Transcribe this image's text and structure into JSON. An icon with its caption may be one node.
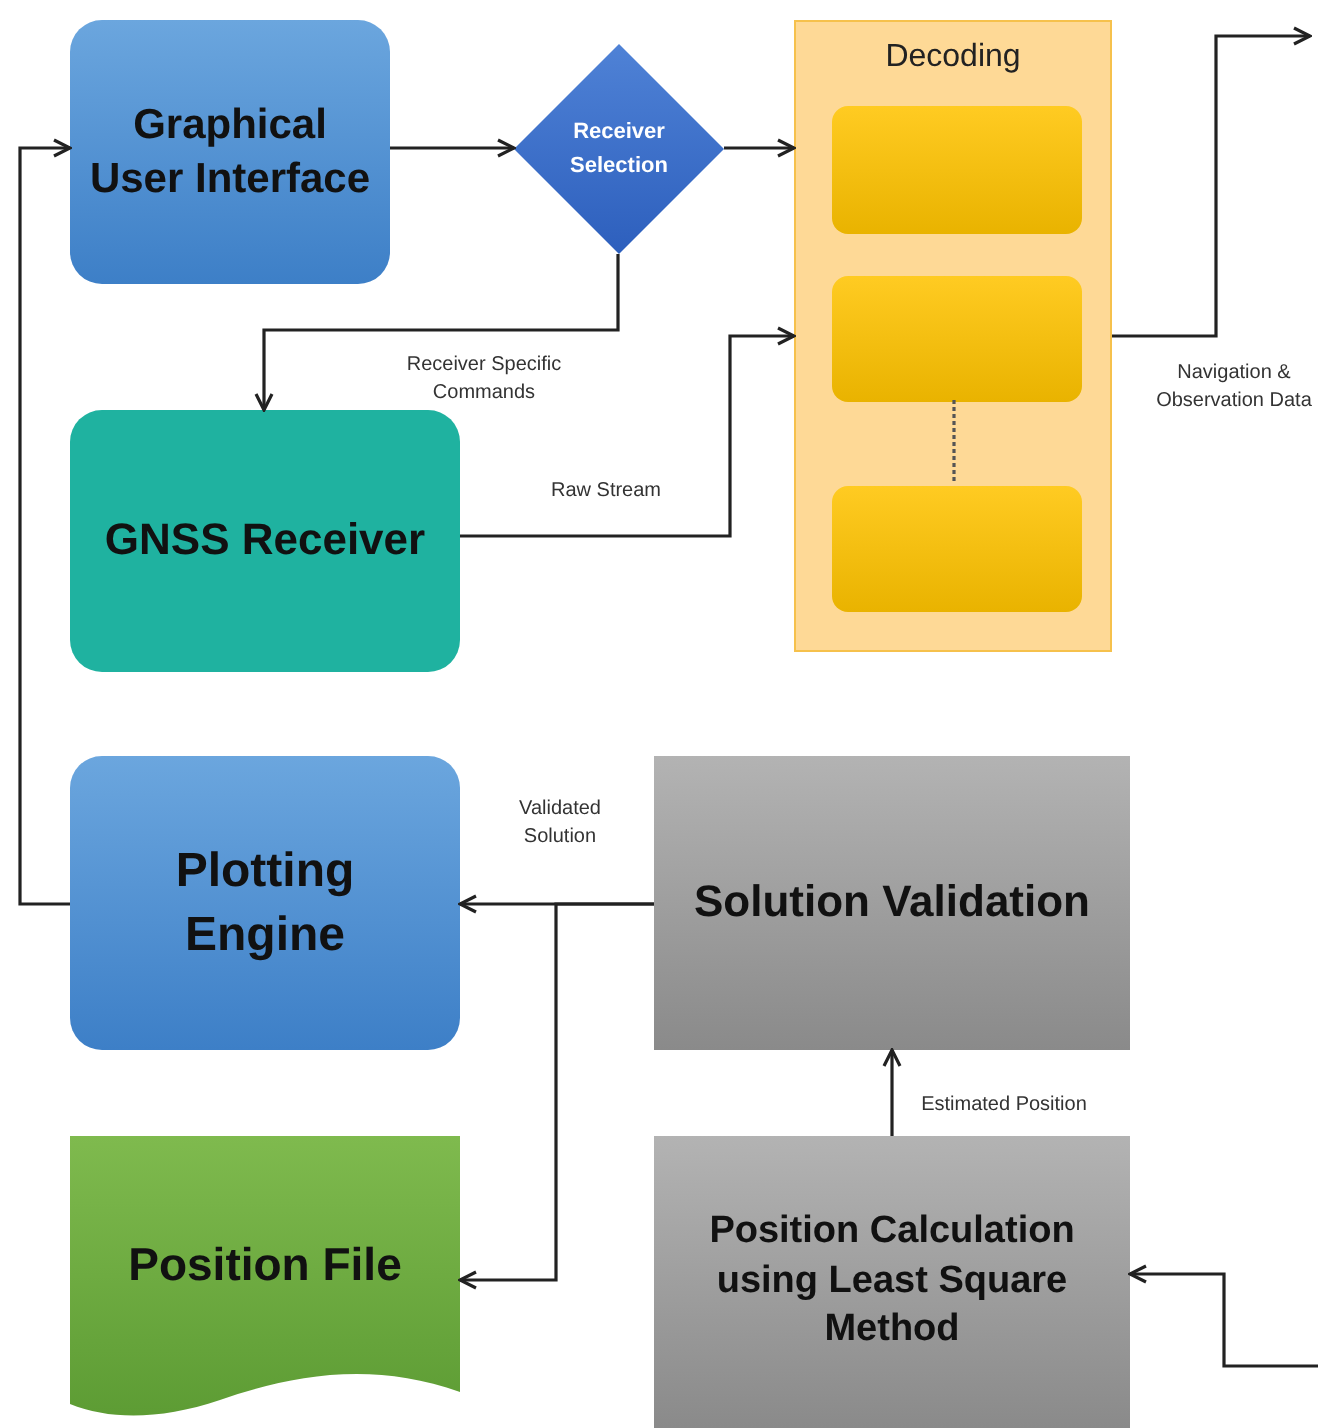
{
  "diagram": {
    "nodes": [
      {
        "text": [
          "Graphical User Interface"
        ]
      },
      {
        "text": [
          "Receiver Selection"
        ]
      },
      {
        "text": [
          "Decoding"
        ]
      },
      {
        "text": [],
        "shape": "box",
        "in": 2
      },
      {
        "text": [],
        "shape": "box",
        "in": 2
      },
      {
        "text": [],
        "shape": "box",
        "in": 2
      },
      {
        "text": [
          "GNSS Receiver"
        ]
      },
      {
        "text": [
          "Plotting Engine"
        ]
      },
      {
        "text": [
          "Solution Validation"
        ]
      },
      {
        "text": [
          "Position File"
        ]
      },
      {
        "text": [
          "Position Calculation using Least Square Method"
        ]
      }
    ],
    "edges": [
      {
        "from": 0,
        "to": 1,
        "arrow": "to"
      },
      {
        "from": 1,
        "to": 2,
        "arrow": "to"
      },
      {
        "from": 1,
        "to": 6,
        "arrow": "to",
        "label": "Receiver Specific Commands"
      },
      {
        "from": 6,
        "to": 2,
        "arrow": "to",
        "label": "Raw Stream"
      },
      {
        "from": 2,
        "to": null,
        "arrow": "to",
        "label": "Navigation & Observation Data"
      },
      {
        "from": null,
        "to": 10,
        "arrow": "to"
      },
      {
        "from": 10,
        "to": 8,
        "arrow": "to",
        "label": "Estimated Position"
      },
      {
        "from": 8,
        "to": 7,
        "arrow": "to",
        "label": "Validated Solution"
      },
      {
        "from": 8,
        "to": 9,
        "arrow": "to"
      },
      {
        "from": 7,
        "to": 0,
        "arrow": "to"
      },
      {
        "from": 4,
        "to": 5,
        "arrow": "none",
        "style": "dashed"
      }
    ]
  }
}
